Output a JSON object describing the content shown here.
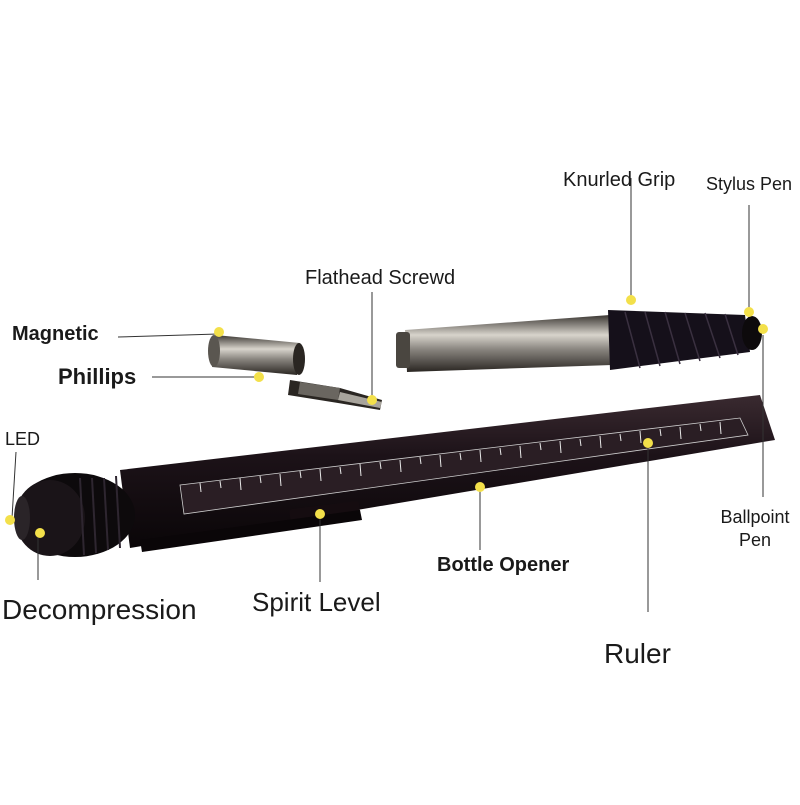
{
  "labels": {
    "knurled_grip": "Knurled Grip",
    "stylus_pen": "Stylus Pen",
    "flathead": "Flathead Screwd",
    "magnetic": "Magnetic",
    "phillips": "Phillips",
    "led": "LED",
    "ballpoint_line1": "Ballpoint",
    "ballpoint_line2": "Pen",
    "bottle_opener": "Bottle Opener",
    "spirit_level": "Spirit Level",
    "decompression": "Decompression",
    "ruler": "Ruler"
  },
  "colors": {
    "background": "#ffffff",
    "pen_body": "#1c1218",
    "metal": "#8a8680",
    "marker": "#f3e04a",
    "leader_line": "#333333",
    "text": "#1a1a1a"
  }
}
